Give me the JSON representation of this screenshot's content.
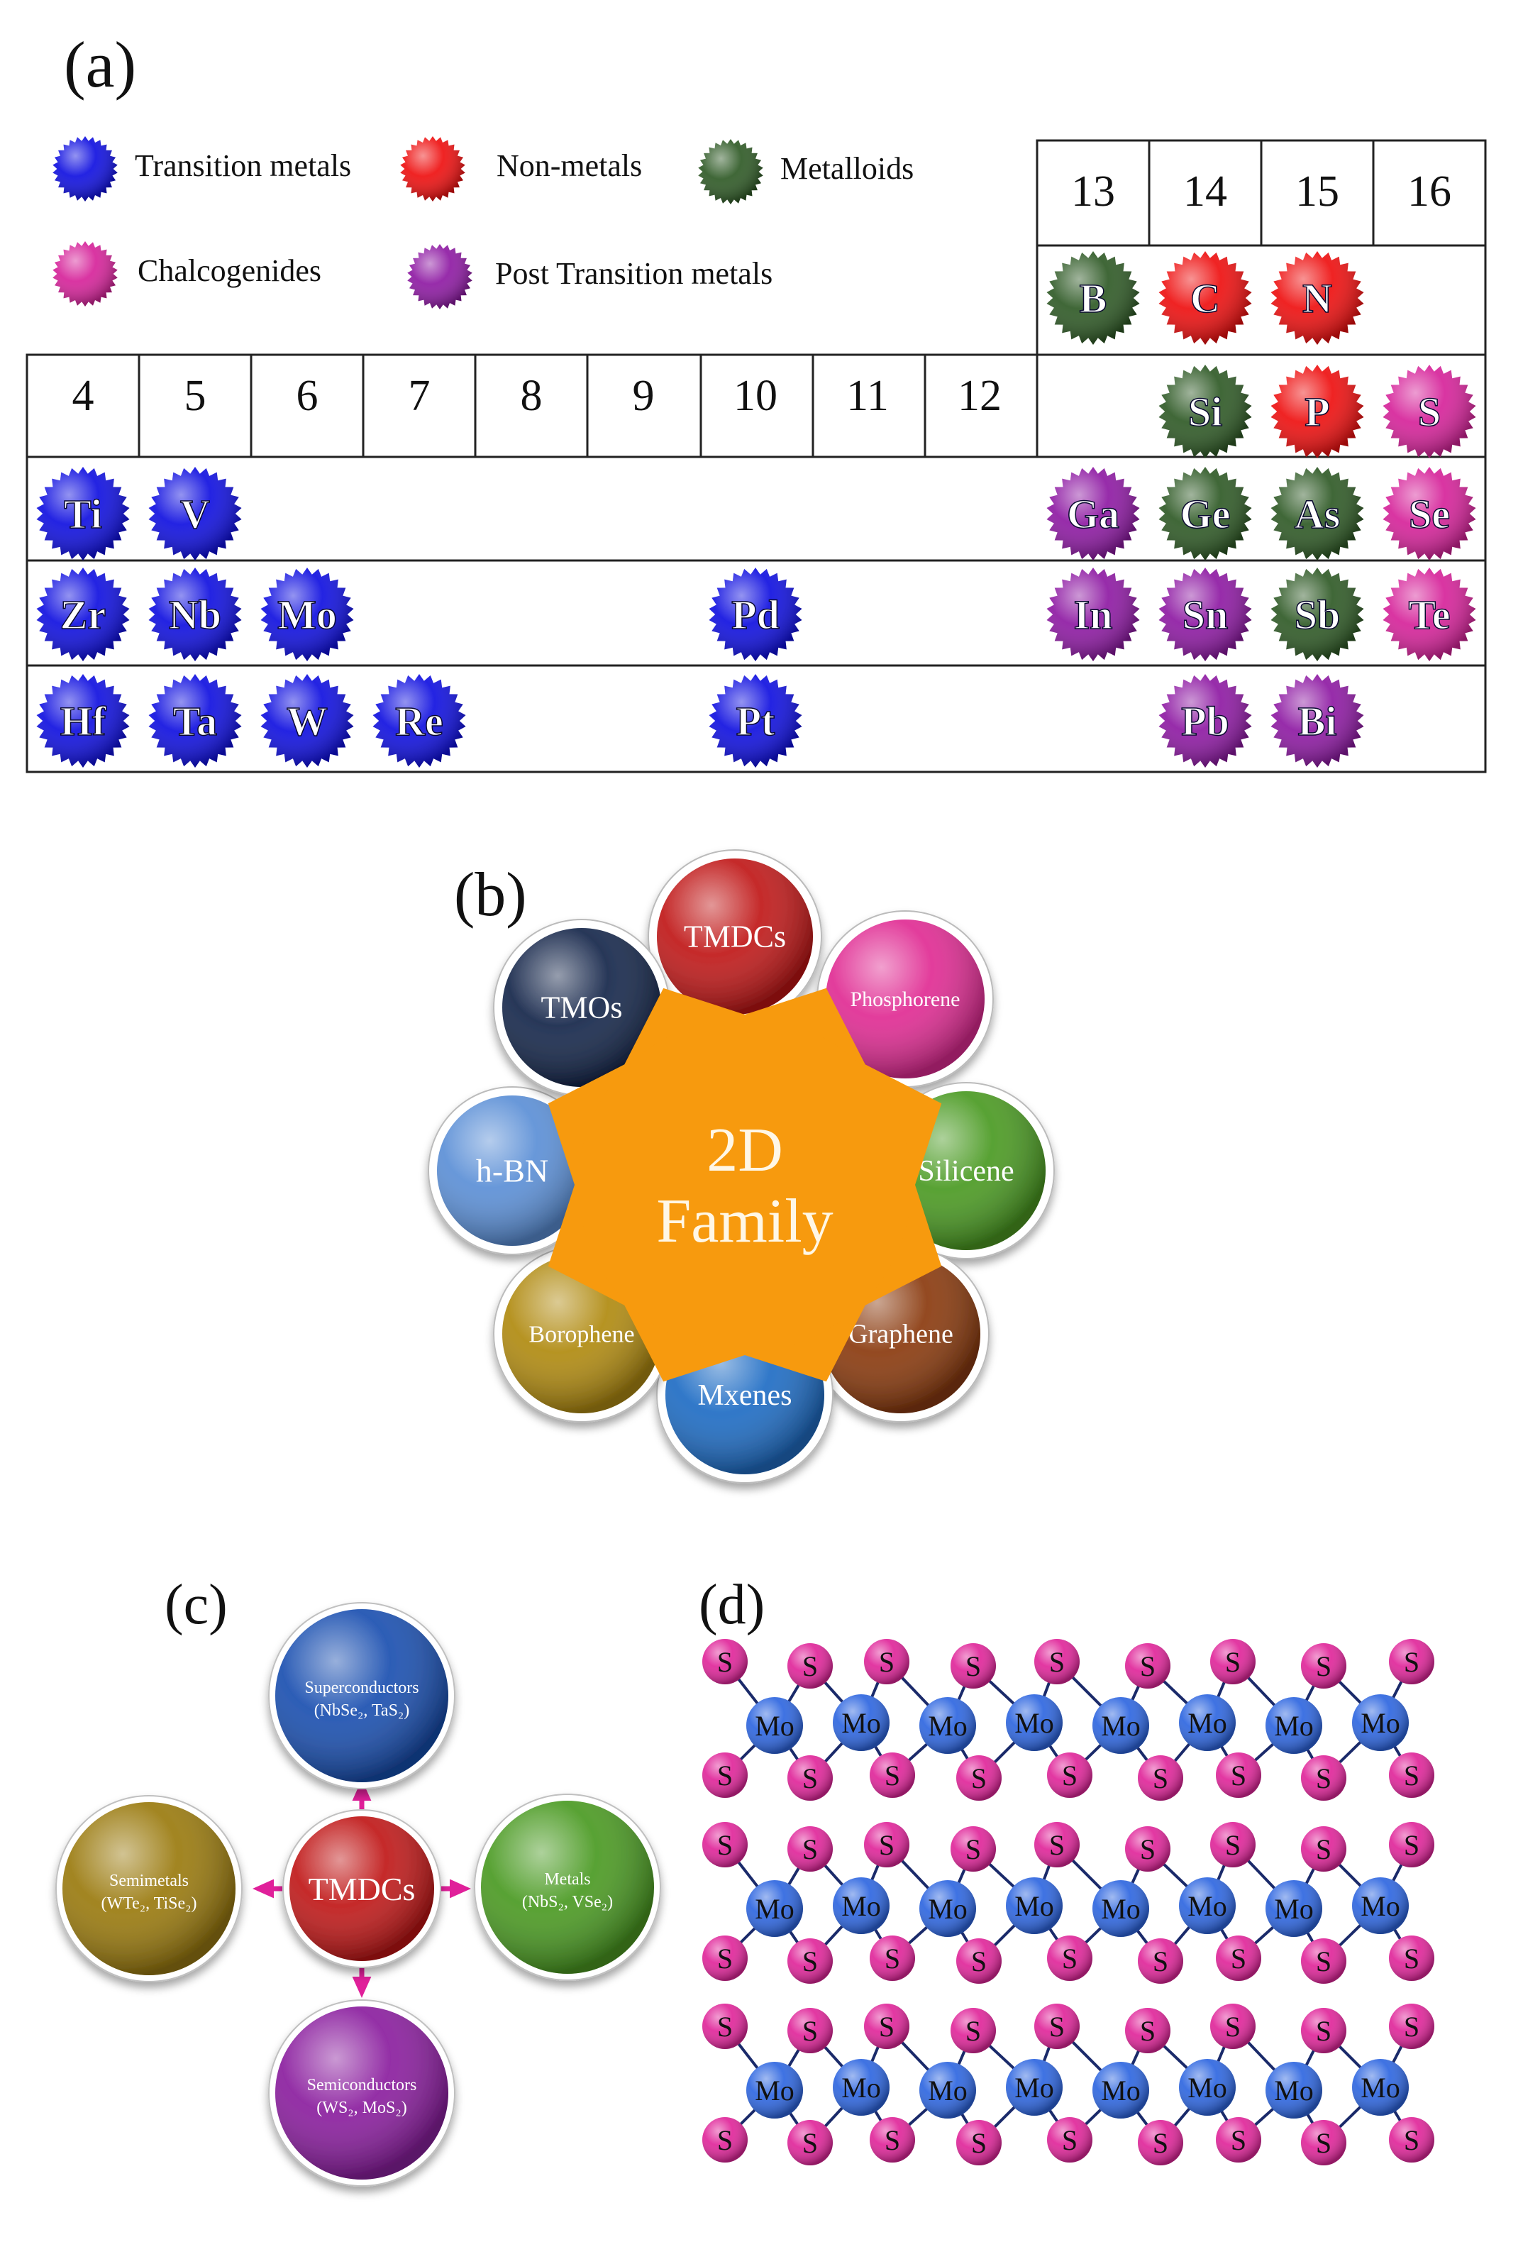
{
  "panel_a": {
    "label": "(a)",
    "legend": [
      {
        "label": "Transition metals",
        "category": "transition"
      },
      {
        "label": "Non-metals",
        "category": "nonmetal"
      },
      {
        "label": "Metalloids",
        "category": "metalloid"
      },
      {
        "label": "Chalcogenides",
        "category": "chalcogen"
      },
      {
        "label": "Post Transition metals",
        "category": "post_transition"
      }
    ],
    "upper_groups": [
      "13",
      "14",
      "15",
      "16"
    ],
    "lower_groups": [
      "4",
      "5",
      "6",
      "7",
      "8",
      "9",
      "10",
      "11",
      "12"
    ],
    "colors": {
      "transition": "#1010e0",
      "nonmetal": "#ee1010",
      "metalloid": "#2f5a26",
      "chalcogen": "#d6239a",
      "post_transition": "#8e1aa3"
    },
    "elements": [
      {
        "symbol": "B",
        "row": 0,
        "col": 9,
        "category": "metalloid"
      },
      {
        "symbol": "C",
        "row": 0,
        "col": 10,
        "category": "nonmetal"
      },
      {
        "symbol": "N",
        "row": 0,
        "col": 11,
        "category": "nonmetal"
      },
      {
        "symbol": "Si",
        "row": 1,
        "col": 10,
        "category": "metalloid"
      },
      {
        "symbol": "P",
        "row": 1,
        "col": 11,
        "category": "nonmetal"
      },
      {
        "symbol": "S",
        "row": 1,
        "col": 12,
        "category": "chalcogen"
      },
      {
        "symbol": "Ti",
        "row": 2,
        "col": 0,
        "category": "transition"
      },
      {
        "symbol": "V",
        "row": 2,
        "col": 1,
        "category": "transition"
      },
      {
        "symbol": "Ga",
        "row": 2,
        "col": 9,
        "category": "post_transition"
      },
      {
        "symbol": "Ge",
        "row": 2,
        "col": 10,
        "category": "metalloid"
      },
      {
        "symbol": "As",
        "row": 2,
        "col": 11,
        "category": "metalloid"
      },
      {
        "symbol": "Se",
        "row": 2,
        "col": 12,
        "category": "chalcogen"
      },
      {
        "symbol": "Zr",
        "row": 3,
        "col": 0,
        "category": "transition"
      },
      {
        "symbol": "Nb",
        "row": 3,
        "col": 1,
        "category": "transition"
      },
      {
        "symbol": "Mo",
        "row": 3,
        "col": 2,
        "category": "transition"
      },
      {
        "symbol": "Pd",
        "row": 3,
        "col": 6,
        "category": "transition"
      },
      {
        "symbol": "In",
        "row": 3,
        "col": 9,
        "category": "post_transition"
      },
      {
        "symbol": "Sn",
        "row": 3,
        "col": 10,
        "category": "post_transition"
      },
      {
        "symbol": "Sb",
        "row": 3,
        "col": 11,
        "category": "metalloid"
      },
      {
        "symbol": "Te",
        "row": 3,
        "col": 12,
        "category": "chalcogen"
      },
      {
        "symbol": "Hf",
        "row": 4,
        "col": 0,
        "category": "transition"
      },
      {
        "symbol": "Ta",
        "row": 4,
        "col": 1,
        "category": "transition"
      },
      {
        "symbol": "W",
        "row": 4,
        "col": 2,
        "category": "transition"
      },
      {
        "symbol": "Re",
        "row": 4,
        "col": 3,
        "category": "transition"
      },
      {
        "symbol": "Pt",
        "row": 4,
        "col": 6,
        "category": "transition"
      },
      {
        "symbol": "Pb",
        "row": 4,
        "col": 10,
        "category": "post_transition"
      },
      {
        "symbol": "Bi",
        "row": 4,
        "col": 11,
        "category": "post_transition"
      }
    ]
  },
  "panel_b": {
    "label": "(b)",
    "center": {
      "line1": "2D",
      "line2": "Family",
      "color": "#f79a0e"
    },
    "members": [
      {
        "label": "TMDCs",
        "color": "#c01818"
      },
      {
        "label": "Phosphorene",
        "color": "#e02c93"
      },
      {
        "label": "Silicene",
        "color": "#4a9a22"
      },
      {
        "label": "Graphene",
        "color": "#8a3a0e"
      },
      {
        "label": "Mxenes",
        "color": "#1e6cc4"
      },
      {
        "label": "Borophene",
        "color": "#b08a10"
      },
      {
        "label": "h-BN",
        "color": "#5b8fd6"
      },
      {
        "label": "TMOs",
        "color": "#15264a"
      }
    ]
  },
  "panel_c": {
    "label": "(c)",
    "center": {
      "label": "TMDCs",
      "color": "#c01818"
    },
    "branches": [
      {
        "direction": "up",
        "title": "Superconductors",
        "examples": "(NbSe₂, TaS₂)",
        "color": "#1a4fb0"
      },
      {
        "direction": "right",
        "title": "Metals",
        "examples": "(NbS₂, VSe₂)",
        "color": "#4a9a22"
      },
      {
        "direction": "down",
        "title": "Semiconductors",
        "examples": "(WS₂, MoS₂)",
        "color": "#8a1d9e"
      },
      {
        "direction": "left",
        "title": "Semimetals",
        "examples": "(WTe₂, TiSe₂)",
        "color": "#9a7a0e"
      }
    ],
    "arrow_color": "#e0209a"
  },
  "panel_d": {
    "label": "(d)",
    "chalcogen_label": "S",
    "metal_label": "Mo",
    "layers": 3,
    "metal_atoms_per_layer": 8,
    "chalcogen_color": "#e0269a",
    "metal_color": "#2e66e0"
  }
}
